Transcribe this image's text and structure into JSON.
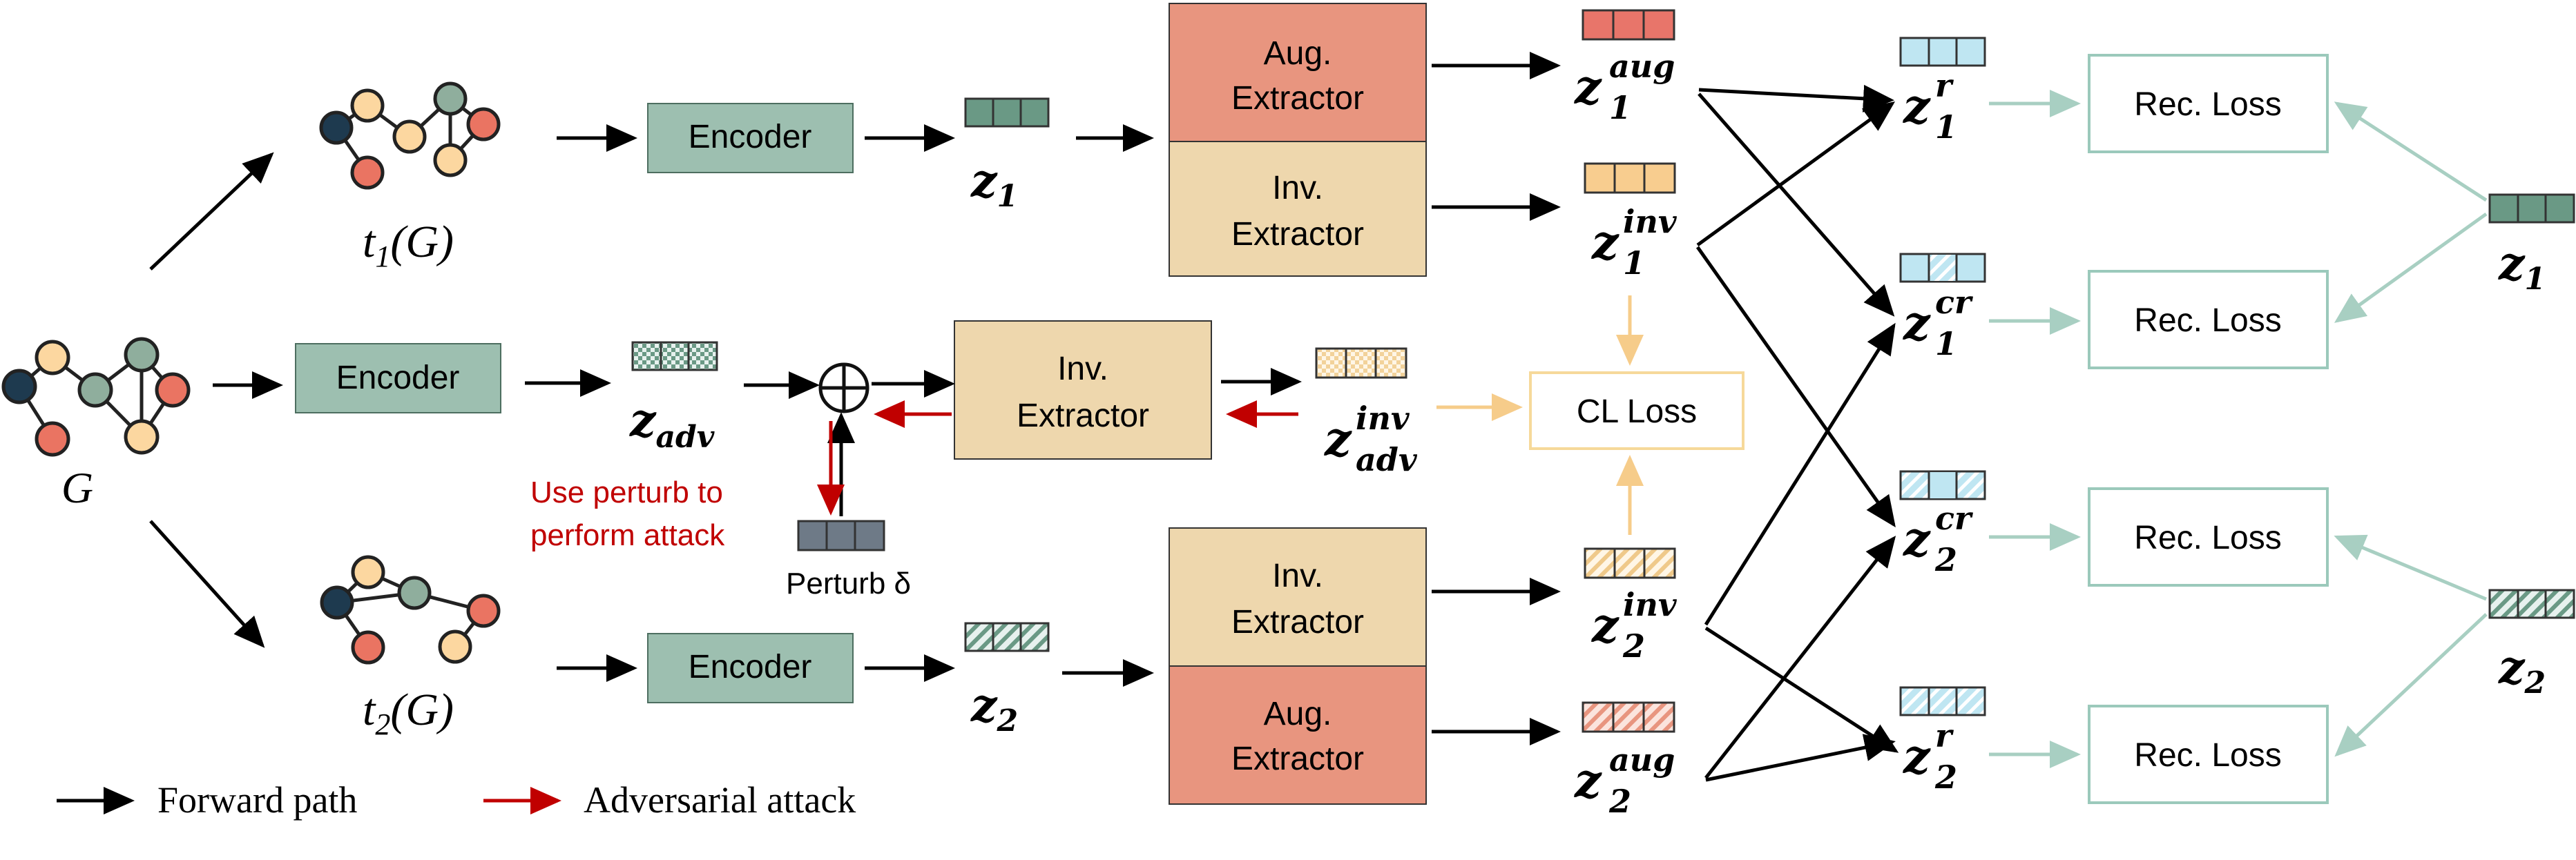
{
  "nodes": {
    "encoder": "Encoder",
    "aug_extractor": [
      "Aug.",
      "Extractor"
    ],
    "inv_extractor": [
      "Inv.",
      "Extractor"
    ],
    "cl_loss": "CL Loss",
    "rec_loss": "Rec. Loss"
  },
  "graphs": {
    "G": "G",
    "t1": "t",
    "t1_sub": "1",
    "t1_arg": "(G)",
    "t2": "t",
    "t2_sub": "2",
    "t2_arg": "(G)"
  },
  "vectors": {
    "z": "z",
    "sub_1": "1",
    "sub_2": "2",
    "sub_adv": "adv",
    "sup_aug": "aug",
    "sup_inv": "inv",
    "sup_r": "r",
    "sup_cr": "cr"
  },
  "annotations": {
    "attack_note_line1": "Use perturb to",
    "attack_note_line2": "perform attack",
    "perturb_label": "Perturb δ"
  },
  "legend": {
    "forward": "Forward path",
    "adversarial": "Adversarial attack"
  },
  "colors": {
    "encoder_fill": "#9dbfb0",
    "aug_fill": "#e8957f",
    "inv_fill": "#eed7ad",
    "cl_border": "#f6d99a",
    "rec_border": "#9bc9bb",
    "z_fill": "#6a9985",
    "adv_red": "#c00000",
    "node_dark": "#1e3a4f",
    "node_red": "#ea7462",
    "node_peach": "#fcd7a0",
    "node_sage": "#8fae9d"
  }
}
